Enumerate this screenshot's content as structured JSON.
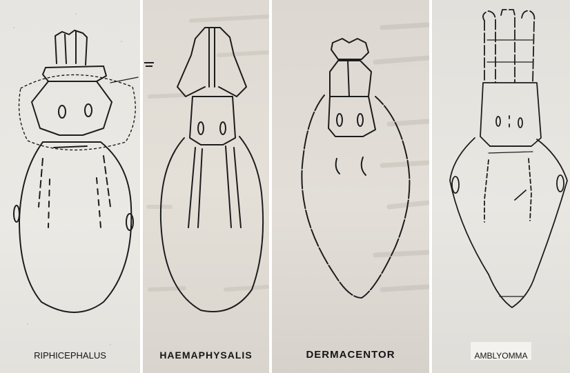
{
  "panels": [
    {
      "id": "riphicephalus",
      "label": "RIPHICEPHALUS"
    },
    {
      "id": "haemaphysalis",
      "label": "HAEMAPHYSALIS"
    },
    {
      "id": "dermacentor",
      "label": "DERMACENTOR"
    },
    {
      "id": "amblyomma",
      "label": "AMBLYOMMA"
    }
  ]
}
